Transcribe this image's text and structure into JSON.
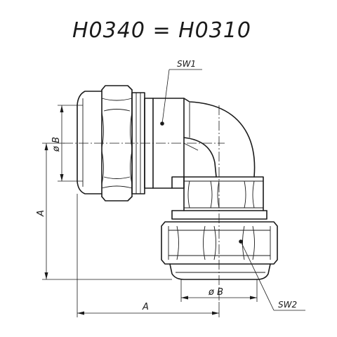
{
  "title": "H0340  =  H0310",
  "labels": {
    "sw1": "SW1",
    "sw2": "SW2",
    "diam_b_vertical": "ø B",
    "diam_b_horizontal": "ø B",
    "dim_a_vertical": "A",
    "dim_a_horizontal": "A"
  }
}
